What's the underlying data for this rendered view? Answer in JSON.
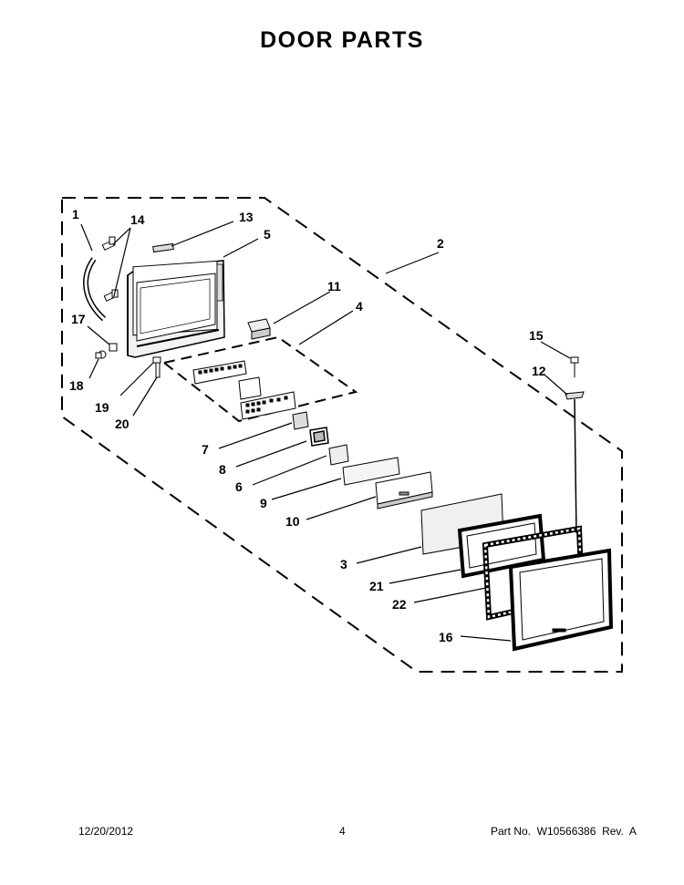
{
  "title": "DOOR PARTS",
  "callouts": {
    "c1": "1",
    "c2": "2",
    "c3": "3",
    "c4": "4",
    "c5": "5",
    "c6": "6",
    "c7": "7",
    "c8": "8",
    "c9": "9",
    "c10": "10",
    "c11": "11",
    "c12": "12",
    "c13": "13",
    "c14": "14",
    "c15": "15",
    "c16": "16",
    "c17": "17",
    "c18": "18",
    "c19": "19",
    "c20": "20",
    "c21": "21",
    "c22": "22"
  },
  "footer": {
    "date": "12/20/2012",
    "page": "4",
    "part": "Part No.  W10566386  Rev.  A"
  }
}
